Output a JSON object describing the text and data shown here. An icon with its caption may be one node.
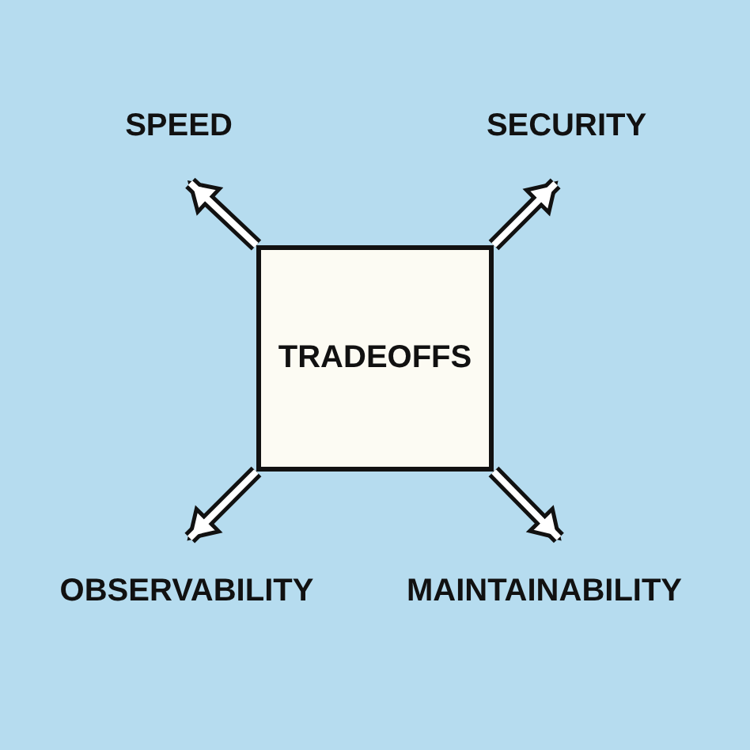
{
  "diagram": {
    "nodes": [
      {
        "text": [
          "TRADEOFFS"
        ]
      },
      {
        "text": [
          "SPEED"
        ]
      },
      {
        "text": [
          "SECURITY"
        ]
      },
      {
        "text": [
          "OBSERVABILITY"
        ]
      },
      {
        "text": [
          "MAINTAINABILITY"
        ]
      }
    ],
    "edges": [
      {
        "from": 0,
        "to": 1,
        "arrow": "to"
      },
      {
        "from": 0,
        "to": 2,
        "arrow": "to"
      },
      {
        "from": 0,
        "to": 3,
        "arrow": "to"
      },
      {
        "from": 0,
        "to": 4,
        "arrow": "to"
      }
    ]
  }
}
